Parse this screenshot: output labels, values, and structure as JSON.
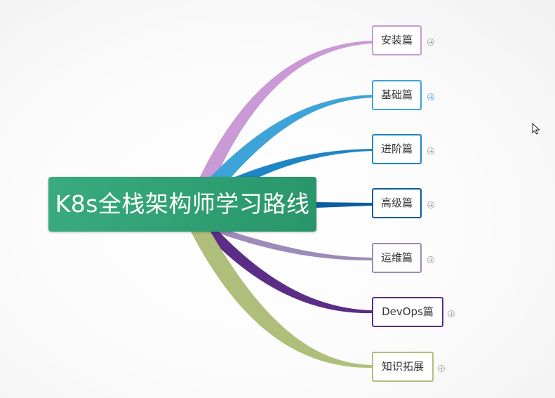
{
  "mindmap": {
    "central_topic": "K8s全栈架构师学习路线",
    "branches": [
      {
        "label": "安装篇",
        "color": "#c99ad6"
      },
      {
        "label": "基础篇",
        "color": "#3ea3d8"
      },
      {
        "label": "进阶篇",
        "color": "#1e85c6"
      },
      {
        "label": "高级篇",
        "color": "#0e5d9e"
      },
      {
        "label": "运维篇",
        "color": "#9c8ab8"
      },
      {
        "label": "DevOps篇",
        "color": "#5b2d86"
      },
      {
        "label": "知识拓展",
        "color": "#afbe7a"
      }
    ],
    "expander_icon": "plus-circle-icon",
    "cursor_icon": "arrow-cursor-icon"
  }
}
